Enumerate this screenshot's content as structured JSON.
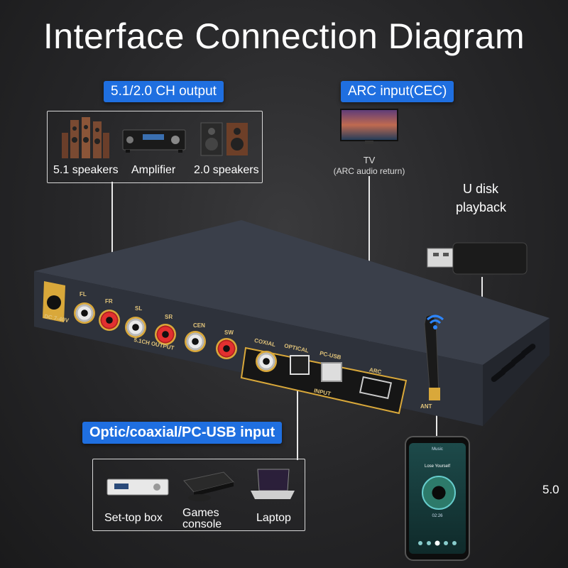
{
  "title": "Interface Connection Diagram",
  "output_group": {
    "tag": "5.1/2.0 CH output",
    "items": [
      {
        "label": "5.1 speakers",
        "icon": "speakers-51-icon"
      },
      {
        "label": "Amplifier",
        "icon": "amplifier-icon"
      },
      {
        "label": "2.0 speakers",
        "icon": "speakers-20-icon"
      }
    ]
  },
  "arc_group": {
    "tag": "ARC input(CEC)",
    "tv_label": "TV",
    "tv_sub": "(ARC audio return)"
  },
  "udisk": {
    "label_line1": "U disk",
    "label_line2": "playback"
  },
  "input_group": {
    "tag": "Optic/coaxial/PC-USB input",
    "items": [
      {
        "label": "Set-top box",
        "icon": "settop-box-icon"
      },
      {
        "label_line1": "Games",
        "label_line2": "console",
        "icon": "game-console-icon"
      },
      {
        "label": "Laptop",
        "icon": "laptop-icon"
      }
    ]
  },
  "device_ports": {
    "dc": "DC 7-40V",
    "fl": "FL",
    "fr": "FR",
    "sl": "SL",
    "sr": "SR",
    "cen": "CEN",
    "sw": "SW",
    "ch_output": "5.1CH OUTPUT",
    "coaxial": "COXIAL",
    "optical": "OPTICAL",
    "pcusb": "PC-USB",
    "arc": "ARC",
    "input": "INPUT",
    "ant": "ANT"
  },
  "phone": {
    "header": "Music",
    "song": "Lose Yourself",
    "time": "02:26"
  },
  "version_label": "5.0",
  "colors": {
    "accent": "#1f6fe0",
    "gold": "#d9a83a",
    "body": "#2b2f38"
  }
}
